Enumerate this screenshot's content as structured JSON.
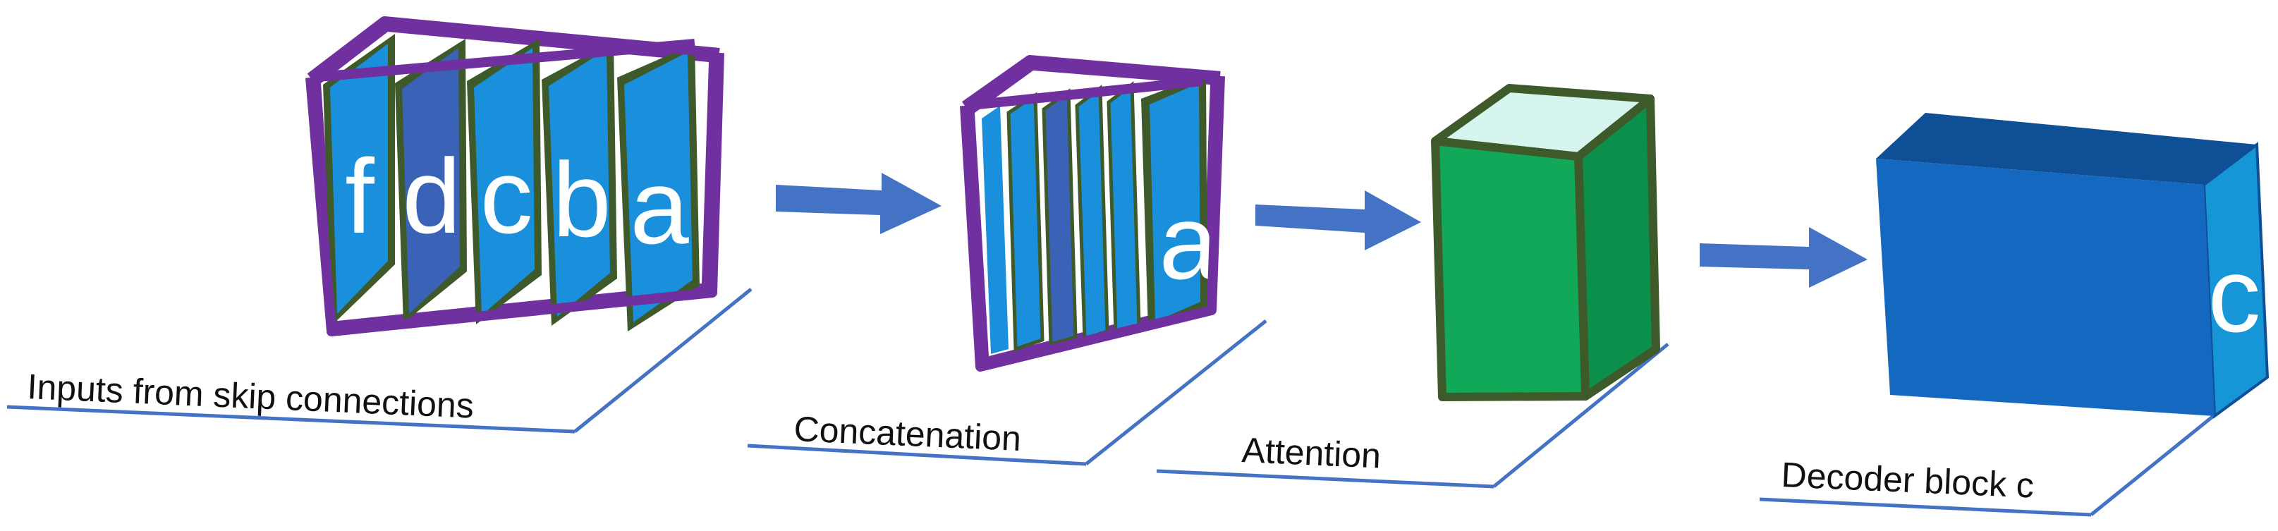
{
  "stages": [
    {
      "id": "inputs",
      "caption": "Inputs from skip connections",
      "slice_letters": [
        "f",
        "d",
        "c",
        "b",
        "a"
      ]
    },
    {
      "id": "concatenation",
      "caption": "Concatenation",
      "slice_letter": "a"
    },
    {
      "id": "attention",
      "caption": "Attention"
    },
    {
      "id": "decoder",
      "caption": "Decoder block c",
      "block_letter": "c"
    }
  ],
  "colors": {
    "slice_blue": "#1a8fdc",
    "slice_dark": "#3a63b8",
    "frame_purple": "#7030a0",
    "frame_olive": "#3e5a2a",
    "attention_green": "#12a85a",
    "attention_side": "#0b8f4a",
    "attention_top": "#d6f5ee",
    "decoder_front": "#1468bf",
    "decoder_top": "#0f4f96",
    "decoder_side": "#1696d6",
    "arrow": "#4472c4",
    "platform_line": "#4472c4"
  }
}
